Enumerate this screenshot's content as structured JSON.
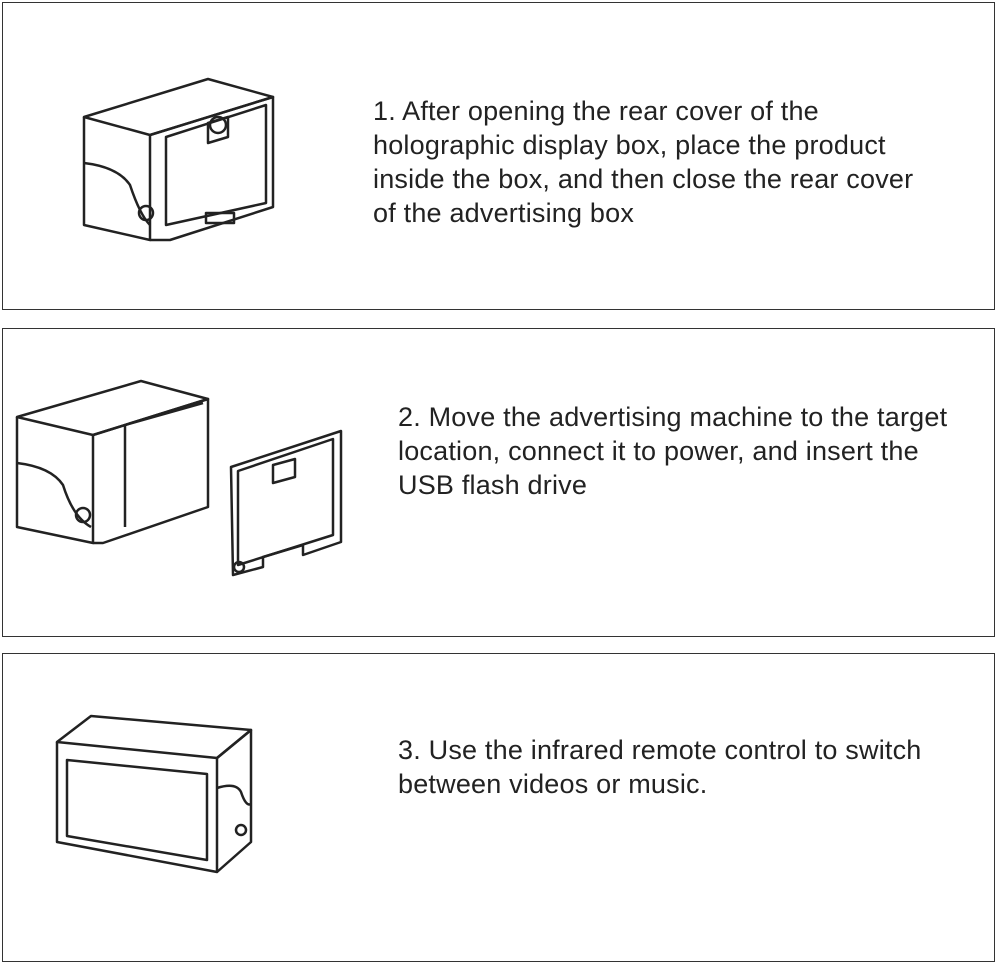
{
  "steps": [
    {
      "text": "1. After opening the rear cover of the holographic display box, place the product inside the box, and then close the rear cover of the advertising box",
      "icon": "display-box-with-rear-cover-icon"
    },
    {
      "text": "2. Move the advertising machine to the target location, connect it to power, and insert the USB flash drive",
      "icon": "display-box-open-cover-icon"
    },
    {
      "text": "3. Use the infrared remote control to switch between videos or music.",
      "icon": "display-box-front-icon"
    }
  ]
}
